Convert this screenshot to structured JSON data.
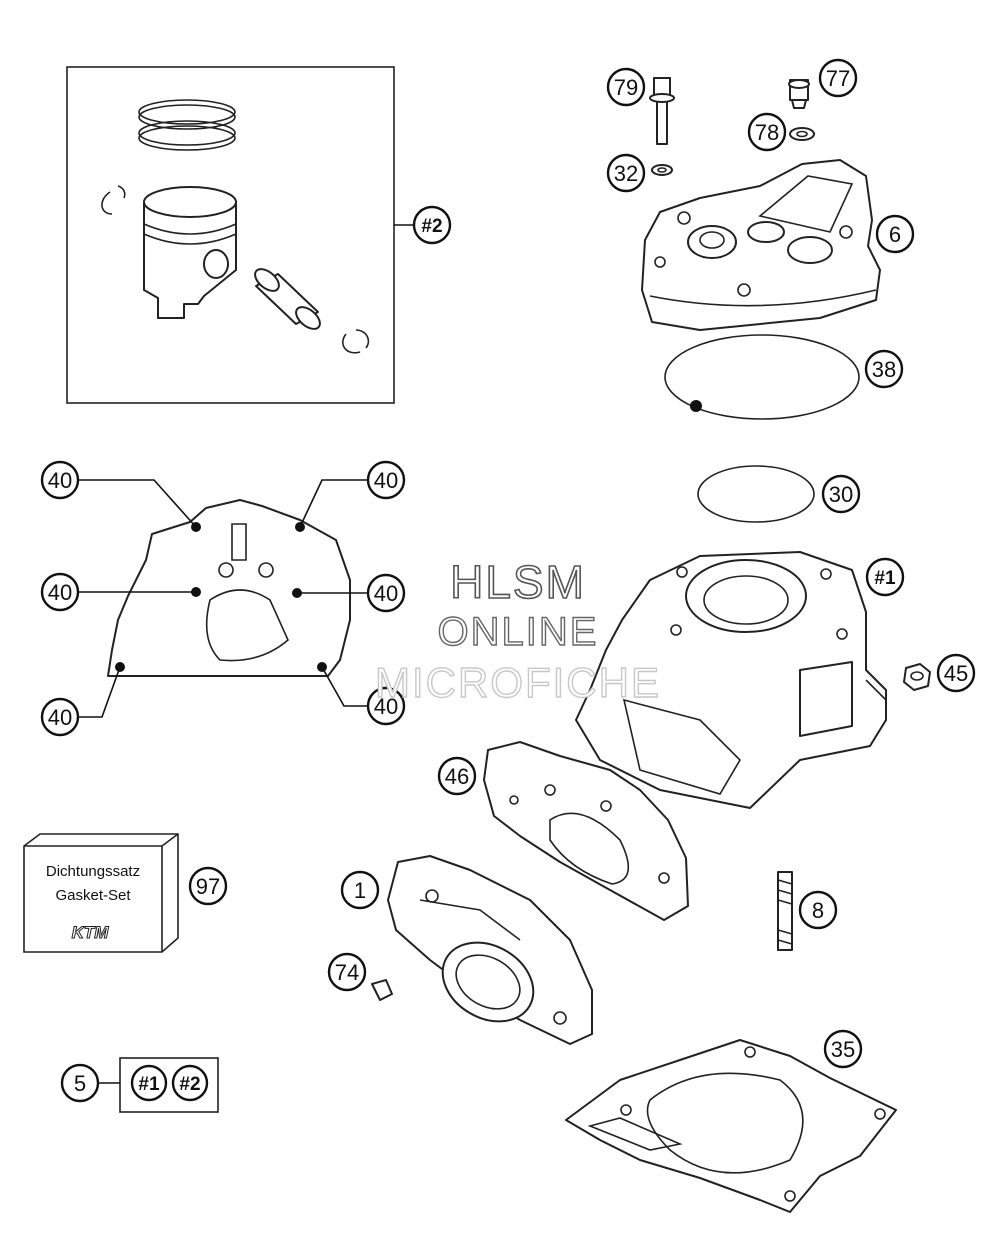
{
  "diagram": {
    "callouts": [
      {
        "id": "c2",
        "label": "#2",
        "style": "hash"
      },
      {
        "id": "c79",
        "label": "79",
        "style": "number"
      },
      {
        "id": "c77",
        "label": "77",
        "style": "number"
      },
      {
        "id": "c78",
        "label": "78",
        "style": "number"
      },
      {
        "id": "c32",
        "label": "32",
        "style": "number"
      },
      {
        "id": "c6",
        "label": "6",
        "style": "plain"
      },
      {
        "id": "c38",
        "label": "38",
        "style": "number"
      },
      {
        "id": "c30",
        "label": "30",
        "style": "number"
      },
      {
        "id": "c1h",
        "label": "#1",
        "style": "hash"
      },
      {
        "id": "c45",
        "label": "45",
        "style": "number"
      },
      {
        "id": "c46",
        "label": "46",
        "style": "number"
      },
      {
        "id": "c8",
        "label": "8",
        "style": "plain"
      },
      {
        "id": "c1",
        "label": "1",
        "style": "plain"
      },
      {
        "id": "c74",
        "label": "74",
        "style": "number"
      },
      {
        "id": "c35",
        "label": "35",
        "style": "number"
      },
      {
        "id": "c97",
        "label": "97",
        "style": "number"
      },
      {
        "id": "c5",
        "label": "5",
        "style": "plain"
      },
      {
        "id": "c40a",
        "label": "40",
        "style": "number"
      },
      {
        "id": "c40b",
        "label": "40",
        "style": "number"
      },
      {
        "id": "c40c",
        "label": "40",
        "style": "number"
      },
      {
        "id": "c40d",
        "label": "40",
        "style": "number"
      },
      {
        "id": "c40e",
        "label": "40",
        "style": "number"
      },
      {
        "id": "c40f",
        "label": "40",
        "style": "number"
      }
    ],
    "set_box": [
      "#1",
      "#2"
    ],
    "gasket_box": {
      "line1": "Dichtungssatz",
      "line2": "Gasket-Set",
      "logo": "KTM"
    }
  },
  "watermark": {
    "line1": "HLSM",
    "line2": "ONLINE",
    "line3": "MICROFICHE"
  }
}
